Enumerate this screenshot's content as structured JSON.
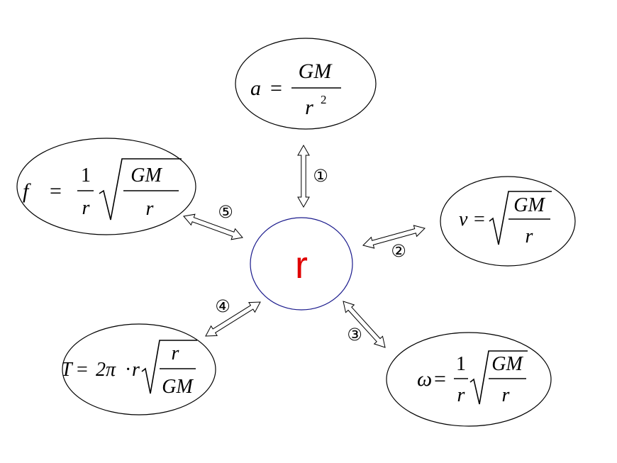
{
  "center": {
    "label": "r",
    "color": "#e00000",
    "outline_color": "#1a1a8c"
  },
  "nodes": {
    "a": {
      "lhs": "a",
      "eq": "=",
      "num": "GM",
      "den_var": "r",
      "den_exp": "2"
    },
    "v": {
      "lhs": "v",
      "eq": "=",
      "num": "GM",
      "den": "r"
    },
    "omega": {
      "lhs": "ω",
      "eq": "=",
      "coef_num": "1",
      "coef_den": "r",
      "num": "GM",
      "den": "r"
    },
    "T": {
      "lhs": "T",
      "eq": "=",
      "coef": "2π",
      "dot": "·",
      "var": "r",
      "num": "r",
      "den": "GM"
    },
    "f": {
      "lhs": "f",
      "eq": "=",
      "coef_num": "1",
      "coef_den": "r",
      "num": "GM",
      "den": "r"
    }
  },
  "arrows": {
    "one": "①",
    "two": "②",
    "three": "③",
    "four": "④",
    "five": "⑤"
  }
}
